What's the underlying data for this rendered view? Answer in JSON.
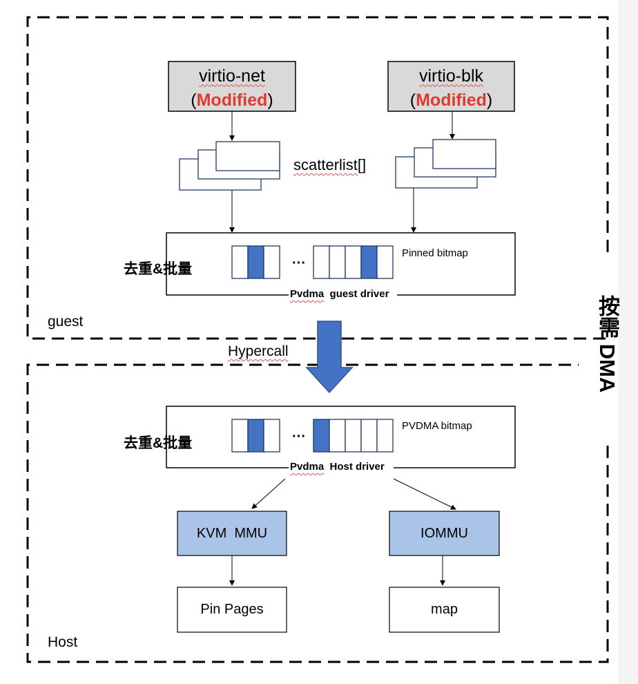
{
  "regions": {
    "guest_label": "guest",
    "host_label": "Host",
    "side_label": "按需 DMA"
  },
  "drivers": {
    "virtio_net": "virtio-net",
    "virtio_blk": "virtio-blk",
    "modified": "Modified",
    "paren_open": "(",
    "paren_close": ")"
  },
  "guest": {
    "scatterlist": "scatterlist[]",
    "dedup_batch": "去重&批量",
    "ellipsis": "···",
    "bitmap_label": "Pinned bitmap",
    "driver_label_1": "Pvdma",
    "driver_label_2": "guest driver"
  },
  "transition": {
    "hypercall": "Hypercall"
  },
  "host": {
    "dedup_batch": "去重&批量",
    "ellipsis": "···",
    "bitmap_label": "PVDMA bitmap",
    "driver_label_1": "Pvdma",
    "driver_label_2": "Host driver",
    "kvm_mmu": "KVM  MMU",
    "iommu": "IOMMU",
    "pin_pages": "Pin Pages",
    "map": "map"
  },
  "colors": {
    "driver_box_fill": "#d9d9d9",
    "accent_blue": "#4472c4",
    "light_blue": "#a9c4e6",
    "red_text": "#e03a2e"
  }
}
